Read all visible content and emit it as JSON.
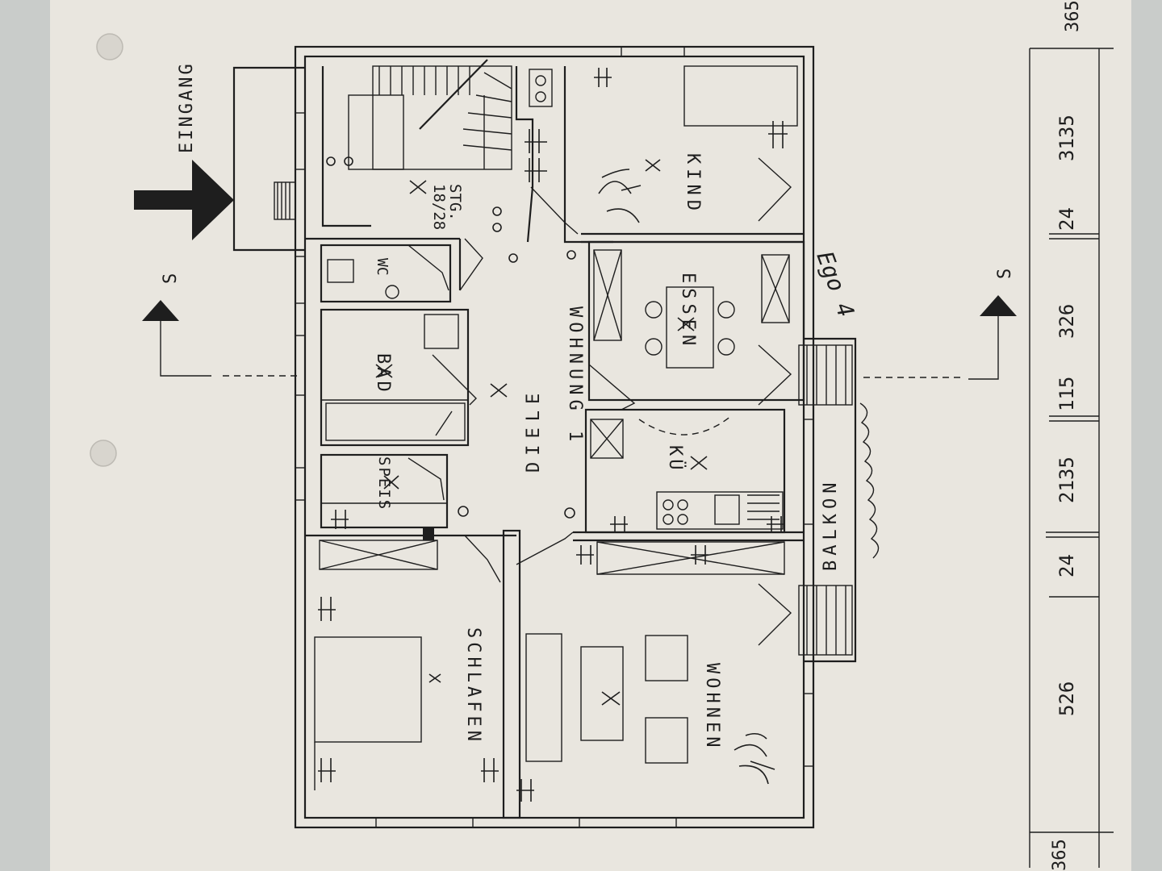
{
  "entrance": {
    "label": "EINGANG"
  },
  "section": {
    "left": "S",
    "right": "S"
  },
  "stair": {
    "label": "STG.",
    "steps": "18/28"
  },
  "center": {
    "title": "DIELE",
    "subtitle": "WOHNUNG 1"
  },
  "rooms": [
    {
      "id": "kind",
      "label": "KIND"
    },
    {
      "id": "essen",
      "label": "ESSEN"
    },
    {
      "id": "kueche",
      "label": "KÜ"
    },
    {
      "id": "bad",
      "label": "BAD"
    },
    {
      "id": "wc",
      "label": "WC"
    },
    {
      "id": "speis",
      "label": "SPEIS"
    },
    {
      "id": "schlafen",
      "label": "SCHLAFEN"
    },
    {
      "id": "wohnen",
      "label": "WOHNEN"
    },
    {
      "id": "balkon",
      "label": "BALKON"
    }
  ],
  "dimensions": {
    "top_end": "365",
    "bottom_end": "365",
    "segments": [
      "3135",
      "24",
      "326",
      "115",
      "2135",
      "24",
      "526"
    ]
  },
  "handwritten_note": "Ego 4",
  "colors": {
    "paper": "#e9e6df",
    "ink": "#1e1e1e",
    "background": "#c9ccca"
  }
}
